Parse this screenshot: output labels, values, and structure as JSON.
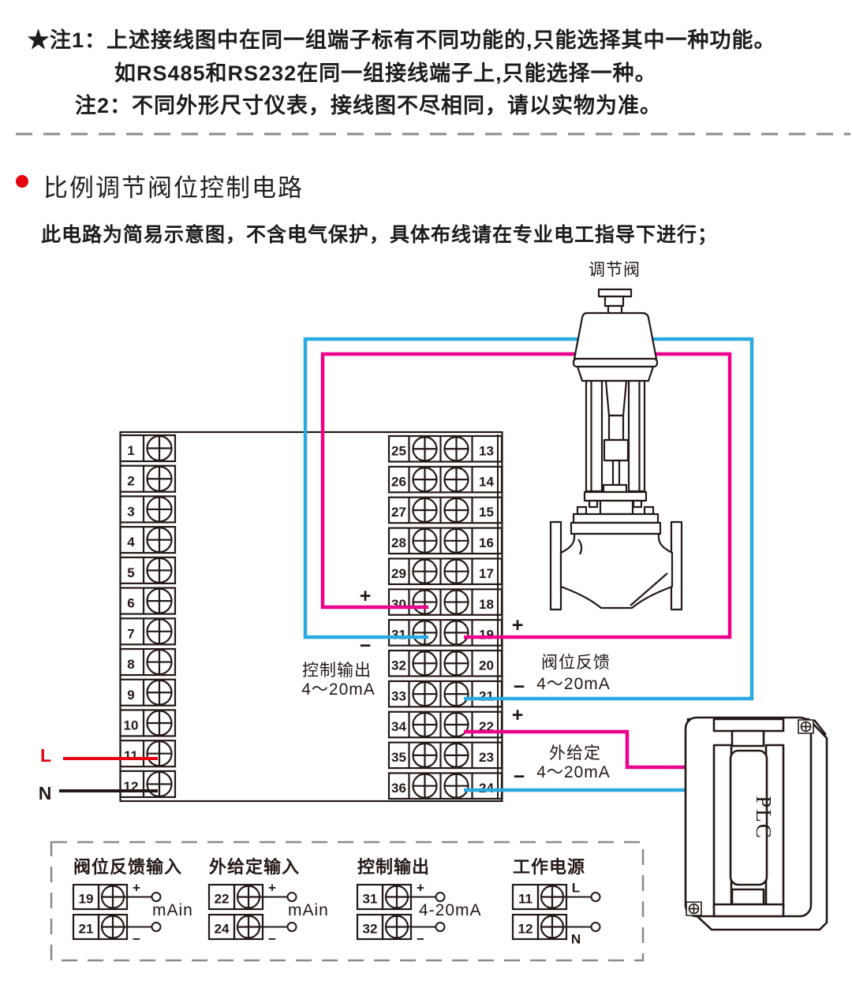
{
  "notes": {
    "line1": "★注1：上述接线图中在同一组端子标有不同功能的,只能选择其中一种功能。",
    "line2": "如RS485和RS232在同一组接线端子上,只能选择一种。",
    "line3": "注2：不同外形尺寸仪表，接线图不尽相同，请以实物为准。"
  },
  "section": {
    "title": "比例调节阀位控制电路",
    "subtitle": "此电路为简易示意图，不含电气保护，具体布线请在专业电工指导下进行；"
  },
  "diagram": {
    "valve_label": "调节阀",
    "plc_label": "PLC",
    "labels": {
      "control_output": "控制输出",
      "control_output_range": "4～20mA",
      "feedback": "阀位反馈",
      "feedback_range": "4～20mA",
      "setpoint": "外给定",
      "setpoint_range": "4～20mA",
      "line": "L",
      "neutral": "N",
      "plus": "+",
      "minus": "−"
    },
    "instrument": {
      "left_terminals": [
        "1",
        "2",
        "3",
        "4",
        "5",
        "6",
        "7",
        "8",
        "9",
        "10",
        "11",
        "12"
      ],
      "middle_left_terminals": [
        "25",
        "26",
        "27",
        "28",
        "29",
        "30",
        "31",
        "32",
        "33",
        "34",
        "35",
        "36"
      ],
      "middle_right_terminals": [
        "13",
        "14",
        "15",
        "16",
        "17",
        "18",
        "19",
        "20",
        "21",
        "22",
        "23",
        "24"
      ]
    },
    "colors": {
      "magenta": "#ec008c",
      "blue": "#29abe2",
      "red": "#e60012",
      "ink": "#231815",
      "dash_gray": "#8a8a8a"
    }
  },
  "bottom_panel": {
    "groups": [
      {
        "title": "阀位反馈输入",
        "center_label": "mAin",
        "rows": [
          {
            "num": "19",
            "mark": "+"
          },
          {
            "num": "21",
            "mark": "−"
          }
        ]
      },
      {
        "title": "外给定输入",
        "center_label": "mAin",
        "rows": [
          {
            "num": "22",
            "mark": "+"
          },
          {
            "num": "24",
            "mark": "−"
          }
        ]
      },
      {
        "title": "控制输出",
        "center_label": "4-20mA",
        "rows": [
          {
            "num": "31",
            "mark": "+"
          },
          {
            "num": "32",
            "mark": "−"
          }
        ]
      },
      {
        "title": "工作电源",
        "center_label": "",
        "rows": [
          {
            "num": "11",
            "mark": "L"
          },
          {
            "num": "12",
            "mark": "N"
          }
        ]
      }
    ]
  }
}
